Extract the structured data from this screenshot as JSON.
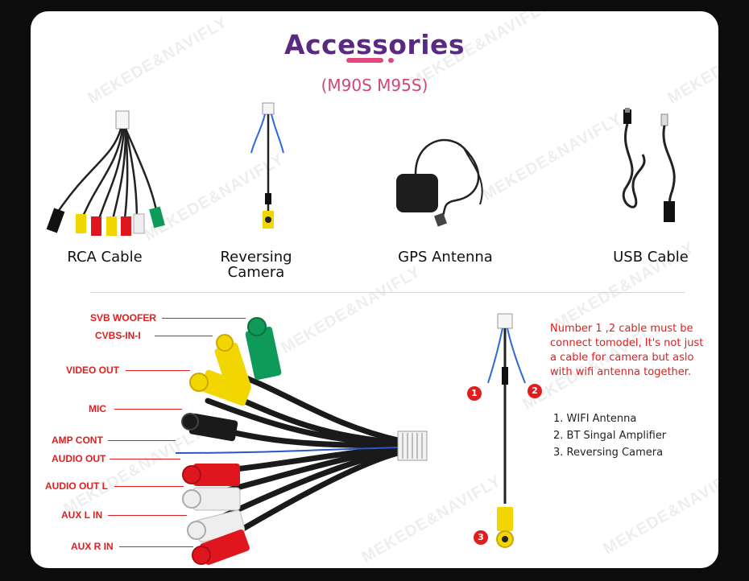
{
  "header": {
    "title": "Accessories",
    "subtitle": "(M90S M95S)"
  },
  "watermark": "MEKEDE&NAVIFLY",
  "accessories": [
    {
      "label": "RCA Cable"
    },
    {
      "label_line1": "Reversing",
      "label_line2": "Camera"
    },
    {
      "label": "GPS Antenna"
    },
    {
      "label": "USB Cable"
    }
  ],
  "rca_labels": {
    "svb_woofer": "SVB WOOFER",
    "cvbs_in": "CVBS-IN-I",
    "video_out": "VIDEO OUT",
    "mic": "MIC",
    "amp_cont": "AMP CONT",
    "audio_out": "AUDIO OUT",
    "audio_out_l": "AUDIO OUT L",
    "aux_l_in": "AUX L IN",
    "aux_r_in": "AUX R IN"
  },
  "camera_note": {
    "text": "Number 1 ,2 cable must be connect tomodel, It's not just a cable for camera but aslo with wifi antenna together.",
    "items": [
      "1. WIFI Antenna",
      "2. BT Singal Amplifier",
      "3. Reversing Camera"
    ],
    "badges": [
      "1",
      "2",
      "3"
    ]
  },
  "colors": {
    "title": "#5a2a82",
    "accent": "#e04a7a",
    "label_red": "#e01e1e",
    "rca_yellow": "#f2d600",
    "rca_red": "#e0161e",
    "rca_green": "#0f9a5a",
    "rca_white": "#eeeeee"
  }
}
